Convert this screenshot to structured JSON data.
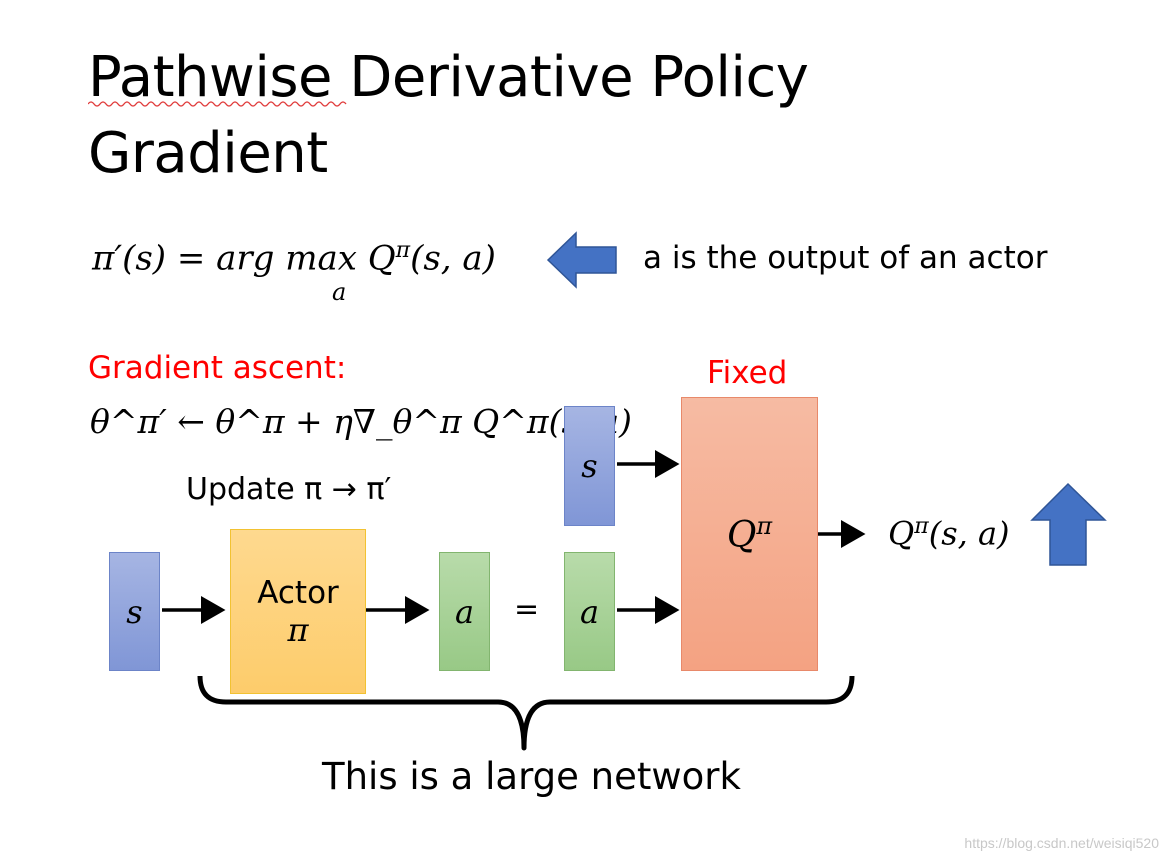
{
  "title": {
    "line1": "Pathwise Derivative Policy",
    "line2": "Gradient"
  },
  "formula_argmax": {
    "main": "π′(s) = arg max Q",
    "sup": "π",
    "tail": "(s, a)",
    "sub": "a"
  },
  "note_actor": "a is the output of an actor",
  "gradient_ascent_label": "Gradient ascent:",
  "update_rule": "θ^π′ ← θ^π + η∇_θ^π Q^π(s, a)",
  "update_label": "Update π → π′",
  "fixed_label": "Fixed",
  "network": {
    "state_left": "s",
    "actor_line1": "Actor",
    "actor_line2": "π",
    "action_out": "a",
    "equals": "=",
    "state_top": "s",
    "action_in": "a",
    "critic_label": "Q",
    "critic_sup": "π",
    "critic_output_main": "Q",
    "critic_output_sup": "π",
    "critic_output_tail": "(s, a)"
  },
  "brace_label": "This is a large network",
  "watermark": "https://blog.csdn.net/weisiqi520",
  "colors": {
    "arrow_blue": "#4472c4",
    "label_red": "#ff0000",
    "input_blue": "#8fa3dc",
    "action_green": "#a9d49a",
    "actor_yellow": "#fed37c",
    "critic_orange": "#f5ae92"
  },
  "icons": [
    "left-arrow-icon",
    "up-arrow-icon",
    "right-arrow-icon",
    "curly-brace-icon"
  ]
}
